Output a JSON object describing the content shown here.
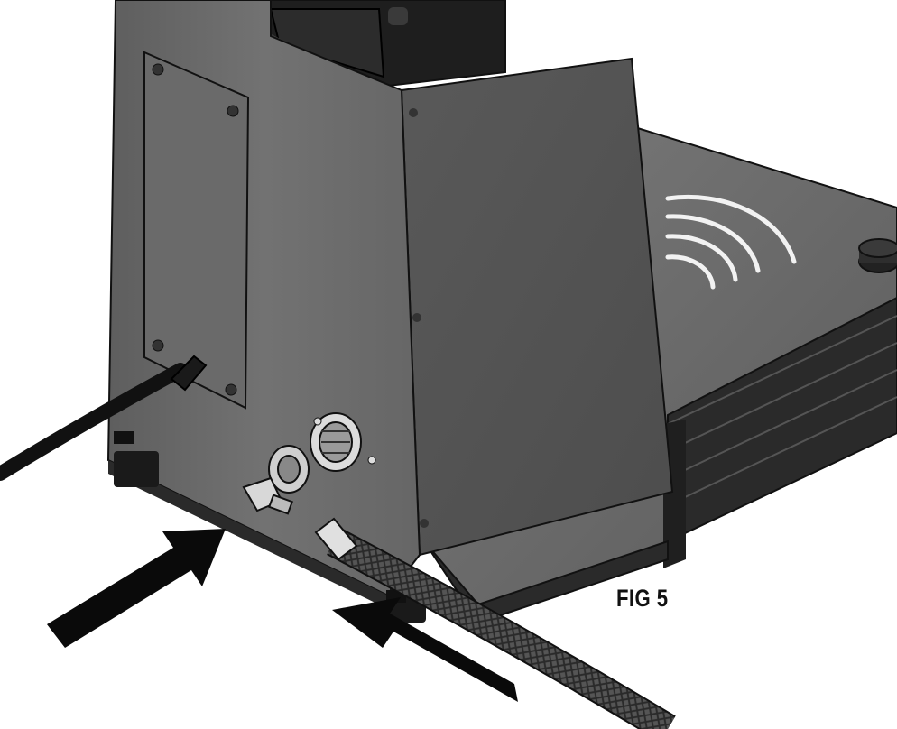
{
  "figure": {
    "label": "FIG 5"
  },
  "colors": {
    "background": "#ffffff",
    "cabinet_front": "#6e6e6e",
    "cabinet_side": "#5c5c5c",
    "base_plate": "#6a6a6a",
    "outline": "#111111",
    "arrow": "#0a0a0a"
  },
  "parts": [
    "power-cord",
    "access-panel",
    "gas-fitting",
    "connector-socket",
    "braided-hose",
    "base-platform",
    "arrows"
  ]
}
